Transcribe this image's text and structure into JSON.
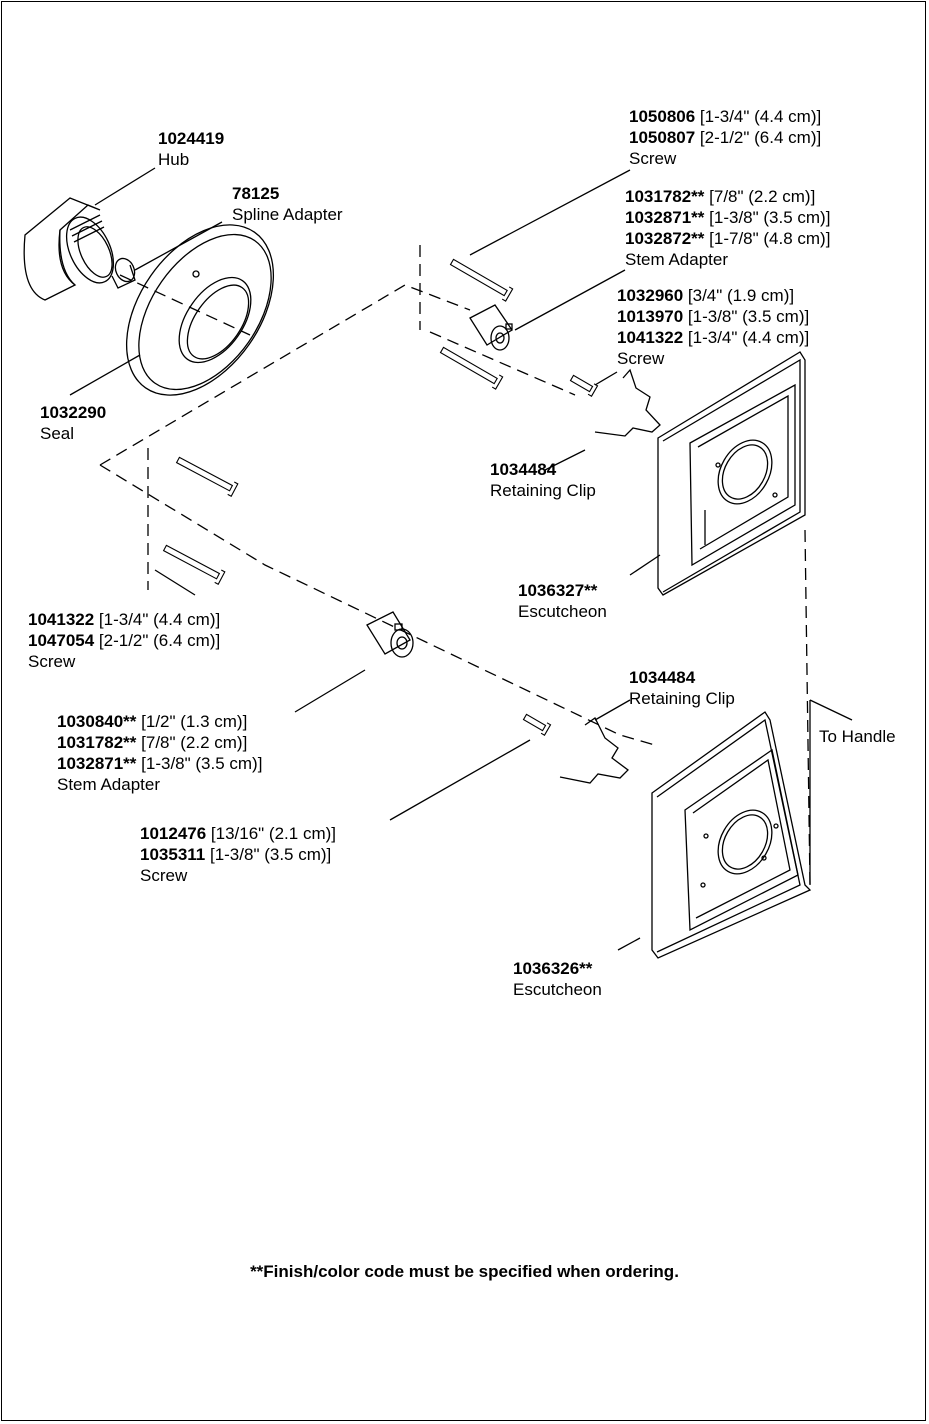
{
  "labels": {
    "hub": {
      "part": "1024419",
      "name": "Hub"
    },
    "spline": {
      "part": "78125",
      "name": "Spline Adapter"
    },
    "seal": {
      "part": "1032290",
      "name": "Seal"
    },
    "screw_top": {
      "rows": [
        {
          "part": "1050806",
          "spec": " [1-3/4\" (4.4 cm)]"
        },
        {
          "part": "1050807",
          "spec": " [2-1/2\" (6.4 cm)]"
        }
      ],
      "name": "Screw"
    },
    "stem_top": {
      "rows": [
        {
          "part": "1031782**",
          "spec": " [7/8\" (2.2 cm)]"
        },
        {
          "part": "1032871**",
          "spec": " [1-3/8\" (3.5 cm)]"
        },
        {
          "part": "1032872**",
          "spec": " [1-7/8\" (4.8 cm)]"
        }
      ],
      "name": "Stem Adapter"
    },
    "screw_mid": {
      "rows": [
        {
          "part": "1032960",
          "spec": " [3/4\" (1.9 cm)]"
        },
        {
          "part": "1013970",
          "spec": " [1-3/8\" (3.5 cm)]"
        },
        {
          "part": "1041322",
          "spec": " [1-3/4\" (4.4 cm)]"
        }
      ],
      "name": "Screw"
    },
    "clip_top": {
      "part": "1034484",
      "name": "Retaining Clip"
    },
    "esc_top": {
      "part": "1036327**",
      "name": "Escutcheon"
    },
    "screw_left": {
      "rows": [
        {
          "part": "1041322",
          "spec": " [1-3/4\" (4.4 cm)]"
        },
        {
          "part": "1047054",
          "spec": " [2-1/2\" (6.4 cm)]"
        }
      ],
      "name": "Screw"
    },
    "stem_bottom": {
      "rows": [
        {
          "part": "1030840**",
          "spec": " [1/2\" (1.3 cm)]"
        },
        {
          "part": "1031782**",
          "spec": " [7/8\" (2.2 cm)]"
        },
        {
          "part": "1032871**",
          "spec": " [1-3/8\" (3.5 cm)]"
        }
      ],
      "name": "Stem Adapter"
    },
    "clip_bottom": {
      "part": "1034484",
      "name": "Retaining Clip"
    },
    "to_handle": "To Handle",
    "screw_bottom": {
      "rows": [
        {
          "part": "1012476",
          "spec": " [13/16\" (2.1 cm)]"
        },
        {
          "part": "1035311",
          "spec": " [1-3/8\" (3.5 cm)]"
        }
      ],
      "name": "Screw"
    },
    "esc_bottom": {
      "part": "1036326**",
      "name": "Escutcheon"
    }
  },
  "note": "**Finish/color code must be specified when ordering."
}
